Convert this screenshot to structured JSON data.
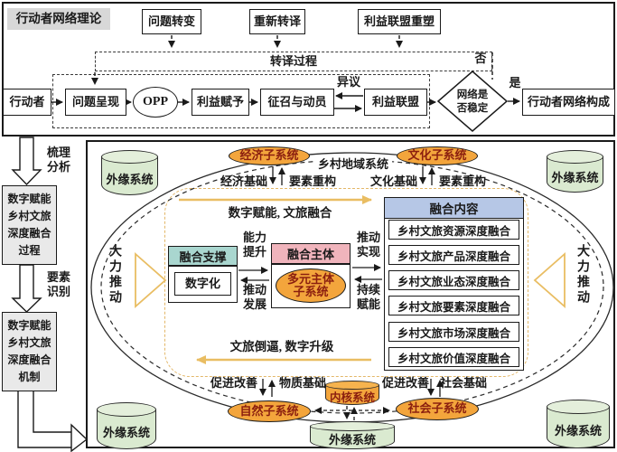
{
  "top": {
    "title": "行动者网络理论",
    "trigger1": "问题转变",
    "trigger2": "重新转译",
    "trigger3": "利益联盟重塑",
    "process": "转译过程",
    "actor": "行动者",
    "problem": "问题呈现",
    "opp": "OPP",
    "interest": "利益赋予",
    "enroll": "征召与动员",
    "alliance": "利益联盟",
    "decision": "网络是否稳定",
    "result": "行动者网络构成",
    "dissent": "异议",
    "no": "否",
    "yes": "是"
  },
  "left": {
    "arrow1": "梳理分析",
    "process_box": "数字赋能乡村文旅深度融合过程",
    "arrow2": "要素识别",
    "mechanism_box": "数字赋能乡村文旅深度融合机制"
  },
  "system": {
    "region": "乡村地域系统",
    "peripheral": "外缘系统",
    "core": "内核系统",
    "economic": "经济子系统",
    "cultural": "文化子系统",
    "natural": "自然子系统",
    "social": "社会子系统",
    "econ_base": "经济基础",
    "econ_re": "要素重构",
    "cult_base": "文化基础",
    "cult_re": "要素重构",
    "nat_improve": "促进改善",
    "nat_base": "物质基础",
    "soc_improve": "促进改善",
    "soc_base": "社会基础",
    "push_left": "大力推动",
    "push_right": "大力推动",
    "flow_top": "数字赋能, 文旅融合",
    "flow_bottom": "文旅倒逼, 数字升级",
    "support_header": "融合支撑",
    "support_inner": "数字化",
    "subject_header": "融合主体",
    "subject_inner": "多元主体子系统",
    "content_header": "融合内容",
    "content_items": [
      "乡村文旅资源深度融合",
      "乡村文旅产品深度融合",
      "乡村文旅业态深度融合",
      "乡村文旅要素深度融合",
      "乡村文旅市场深度融合",
      "乡村文旅价值深度融合"
    ],
    "ability": "能力提升",
    "develop": "推动发展",
    "realize": "推动实现",
    "empower": "持续赋能"
  },
  "colors": {
    "orange": "#f3a53c",
    "orange_text": "#8b1f0f",
    "green_cylinder": "#daead0",
    "teal_header": "#a9d6cf",
    "pink_header": "#f0b4bc",
    "blue_header": "#b6c7e6",
    "yellow_accent": "#e9bd62",
    "gray_box": "#e9e9e9"
  }
}
